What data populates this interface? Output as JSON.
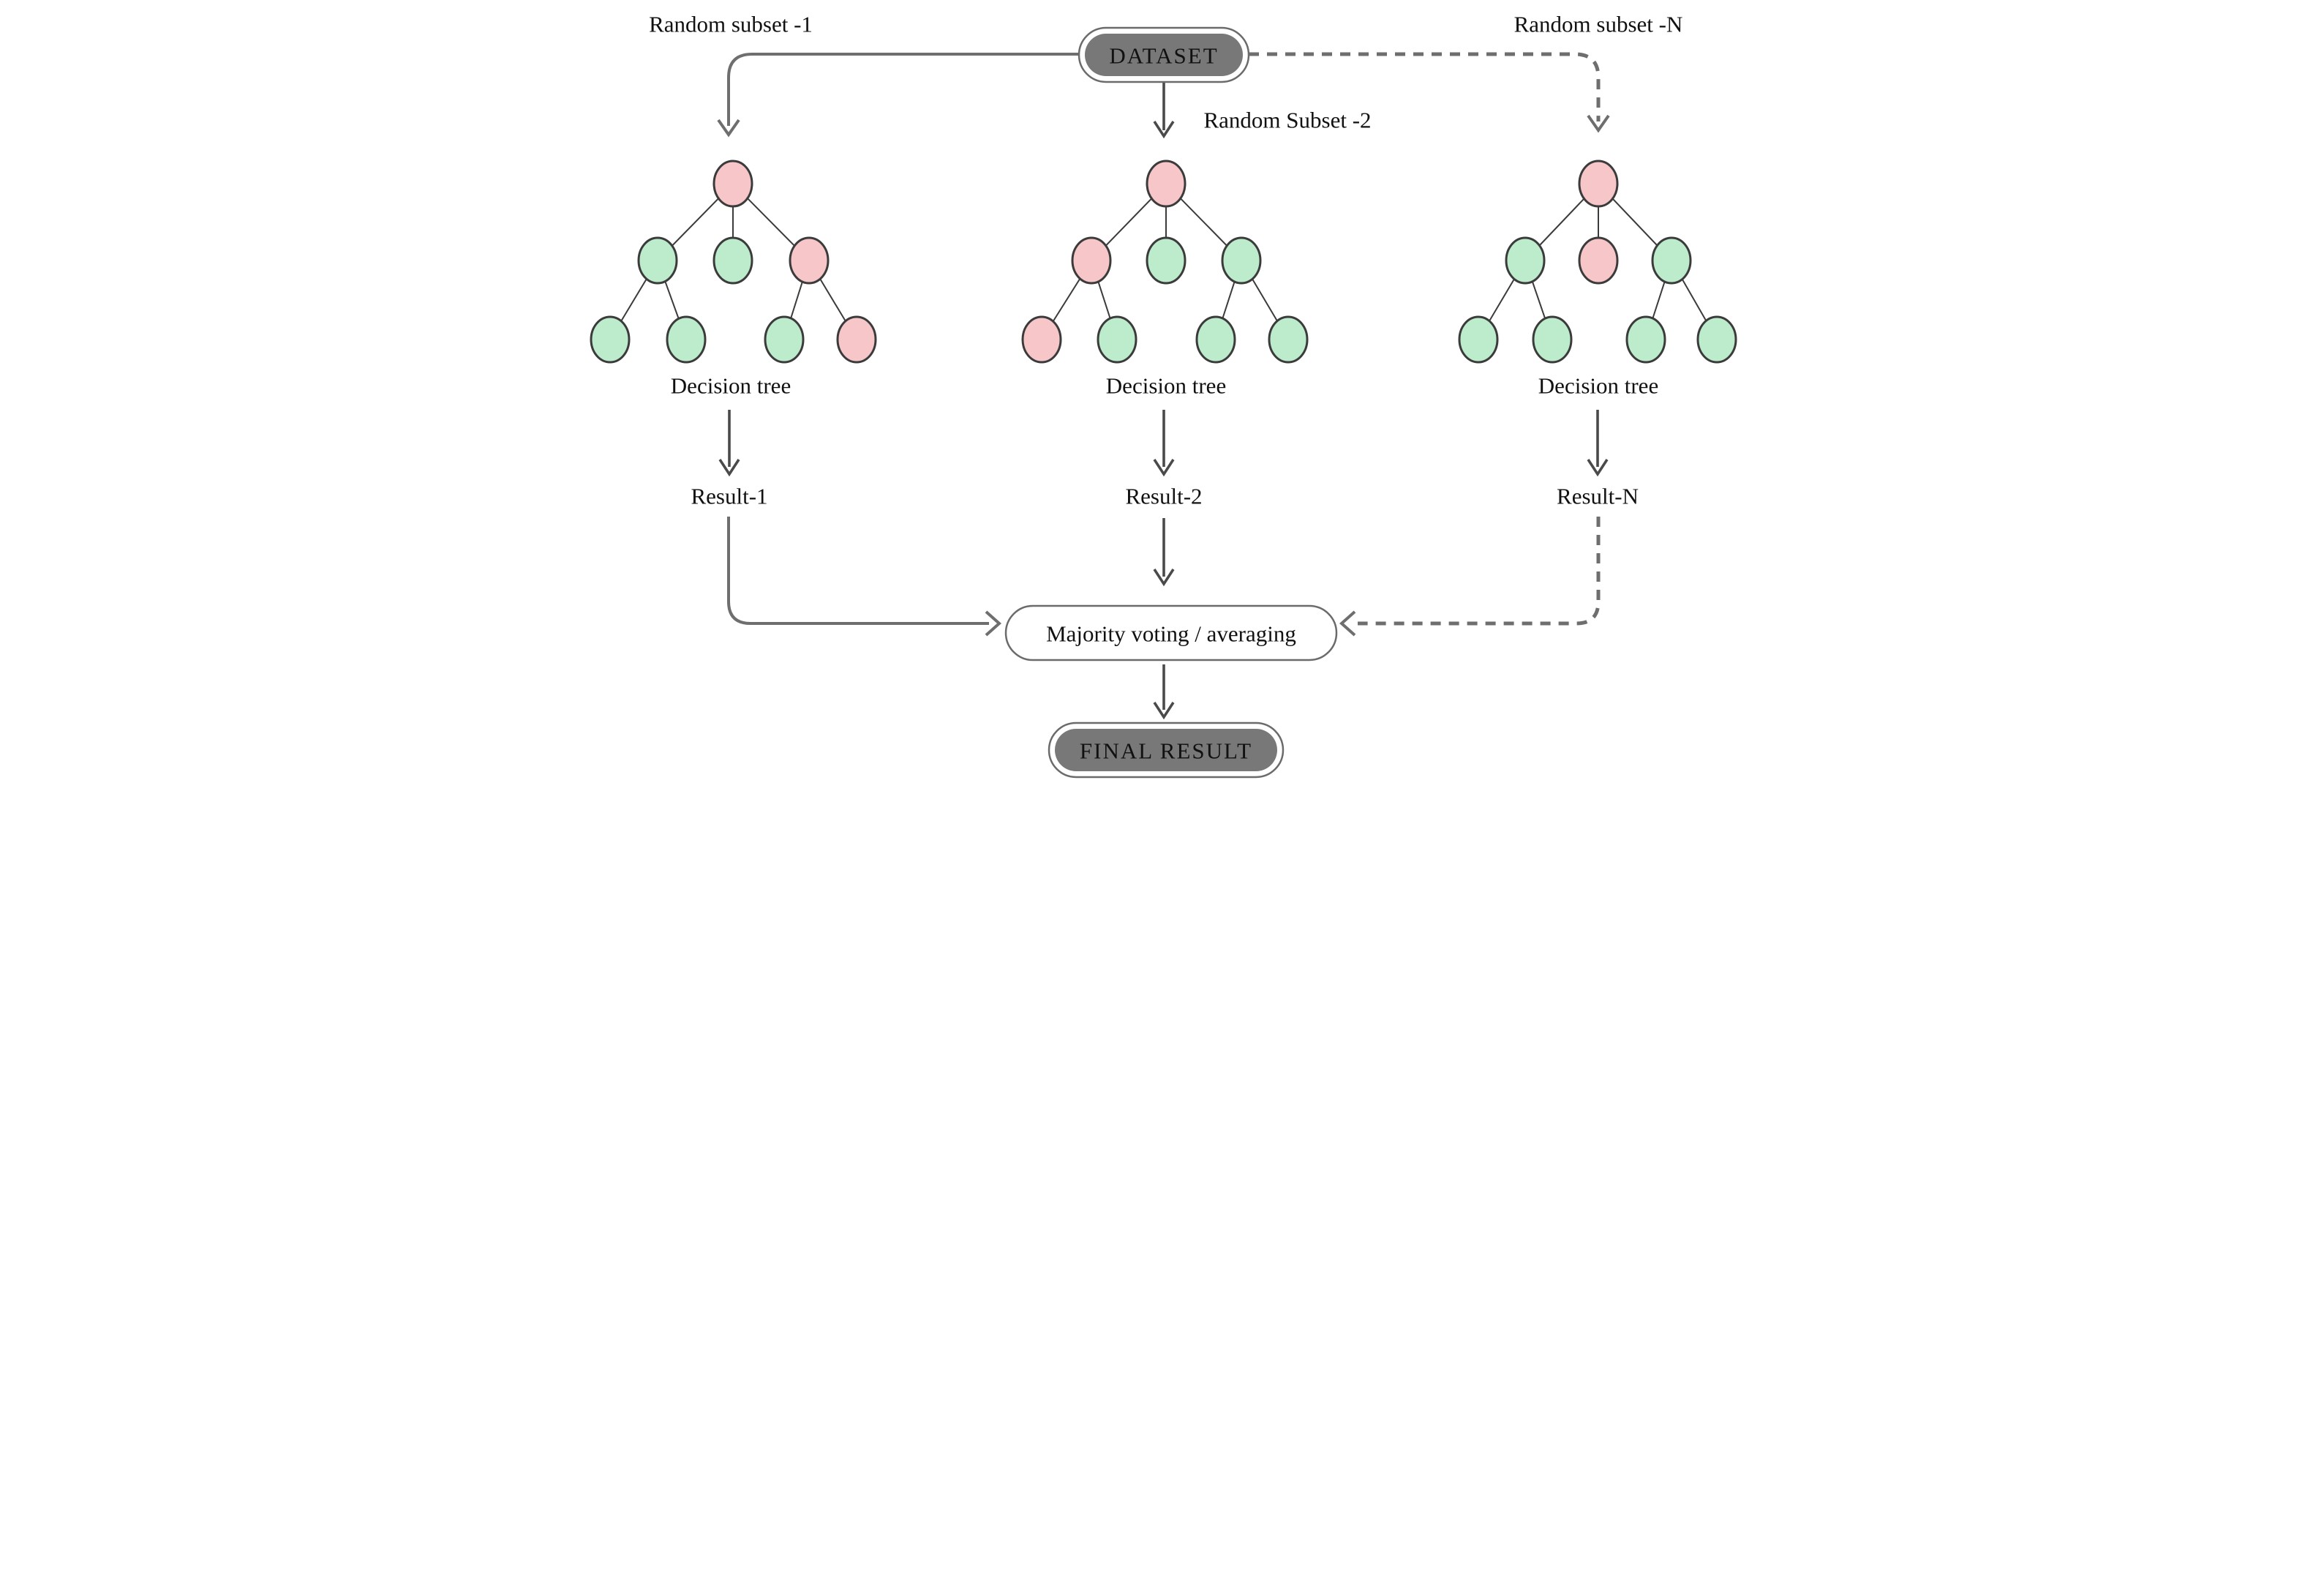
{
  "diagram": {
    "kind": "random-forest-flowchart",
    "description": "Dataset split into random subsets feeding N decision trees whose results are combined by majority voting / averaging into a final result"
  },
  "labels": {
    "random_subset_1": "Random subset -1",
    "random_subset_2": "Random Subset -2",
    "random_subset_n": "Random subset -N",
    "dataset": "DATASET",
    "decision_tree_1": "Decision tree",
    "decision_tree_2": "Decision tree",
    "decision_tree_n": "Decision tree",
    "result_1": "Result-1",
    "result_2": "Result-2",
    "result_n": "Result-N",
    "majority": "Majority voting / averaging",
    "final_result": "FINAL RESULT"
  },
  "colors": {
    "background": "#ffffff",
    "text": "#111111",
    "node_pink": "#f6c6c8",
    "node_green": "#bdeccc",
    "node_stroke": "#3b3b3b",
    "tree_edge": "#3b3b3b",
    "pill_fill": "#787878",
    "pill_border": "#6b6b6b",
    "pill_text": "#ffffff",
    "majority_text": "#111111",
    "connector": "#6e6e6e",
    "arrow_dark": "#4a4a4a"
  },
  "trees": [
    {
      "name": "tree-1",
      "subset": "Random subset -1",
      "root": "pink",
      "level2": [
        "green",
        "green",
        "pink"
      ],
      "level3": [
        "green",
        "green",
        "green",
        "pink"
      ],
      "result": "Result-1"
    },
    {
      "name": "tree-2",
      "subset": "Random Subset -2",
      "root": "pink",
      "level2": [
        "pink",
        "green",
        "green"
      ],
      "level3": [
        "pink",
        "green",
        "green",
        "green"
      ],
      "result": "Result-2"
    },
    {
      "name": "tree-N",
      "subset": "Random subset -N",
      "root": "pink",
      "level2": [
        "green",
        "pink",
        "green"
      ],
      "level3": [
        "green",
        "green",
        "green",
        "green"
      ],
      "result": "Result-N"
    }
  ],
  "flow": [
    {
      "from": "DATASET",
      "to": "tree-1",
      "style": "solid"
    },
    {
      "from": "DATASET",
      "to": "tree-2",
      "style": "solid"
    },
    {
      "from": "DATASET",
      "to": "tree-N",
      "style": "dashed"
    },
    {
      "from": "tree-1",
      "to": "Result-1",
      "style": "solid"
    },
    {
      "from": "tree-2",
      "to": "Result-2",
      "style": "solid"
    },
    {
      "from": "tree-N",
      "to": "Result-N",
      "style": "solid"
    },
    {
      "from": "Result-1",
      "to": "Majority voting / averaging",
      "style": "solid"
    },
    {
      "from": "Result-2",
      "to": "Majority voting / averaging",
      "style": "solid"
    },
    {
      "from": "Result-N",
      "to": "Majority voting / averaging",
      "style": "dashed"
    },
    {
      "from": "Majority voting / averaging",
      "to": "FINAL RESULT",
      "style": "solid"
    }
  ]
}
